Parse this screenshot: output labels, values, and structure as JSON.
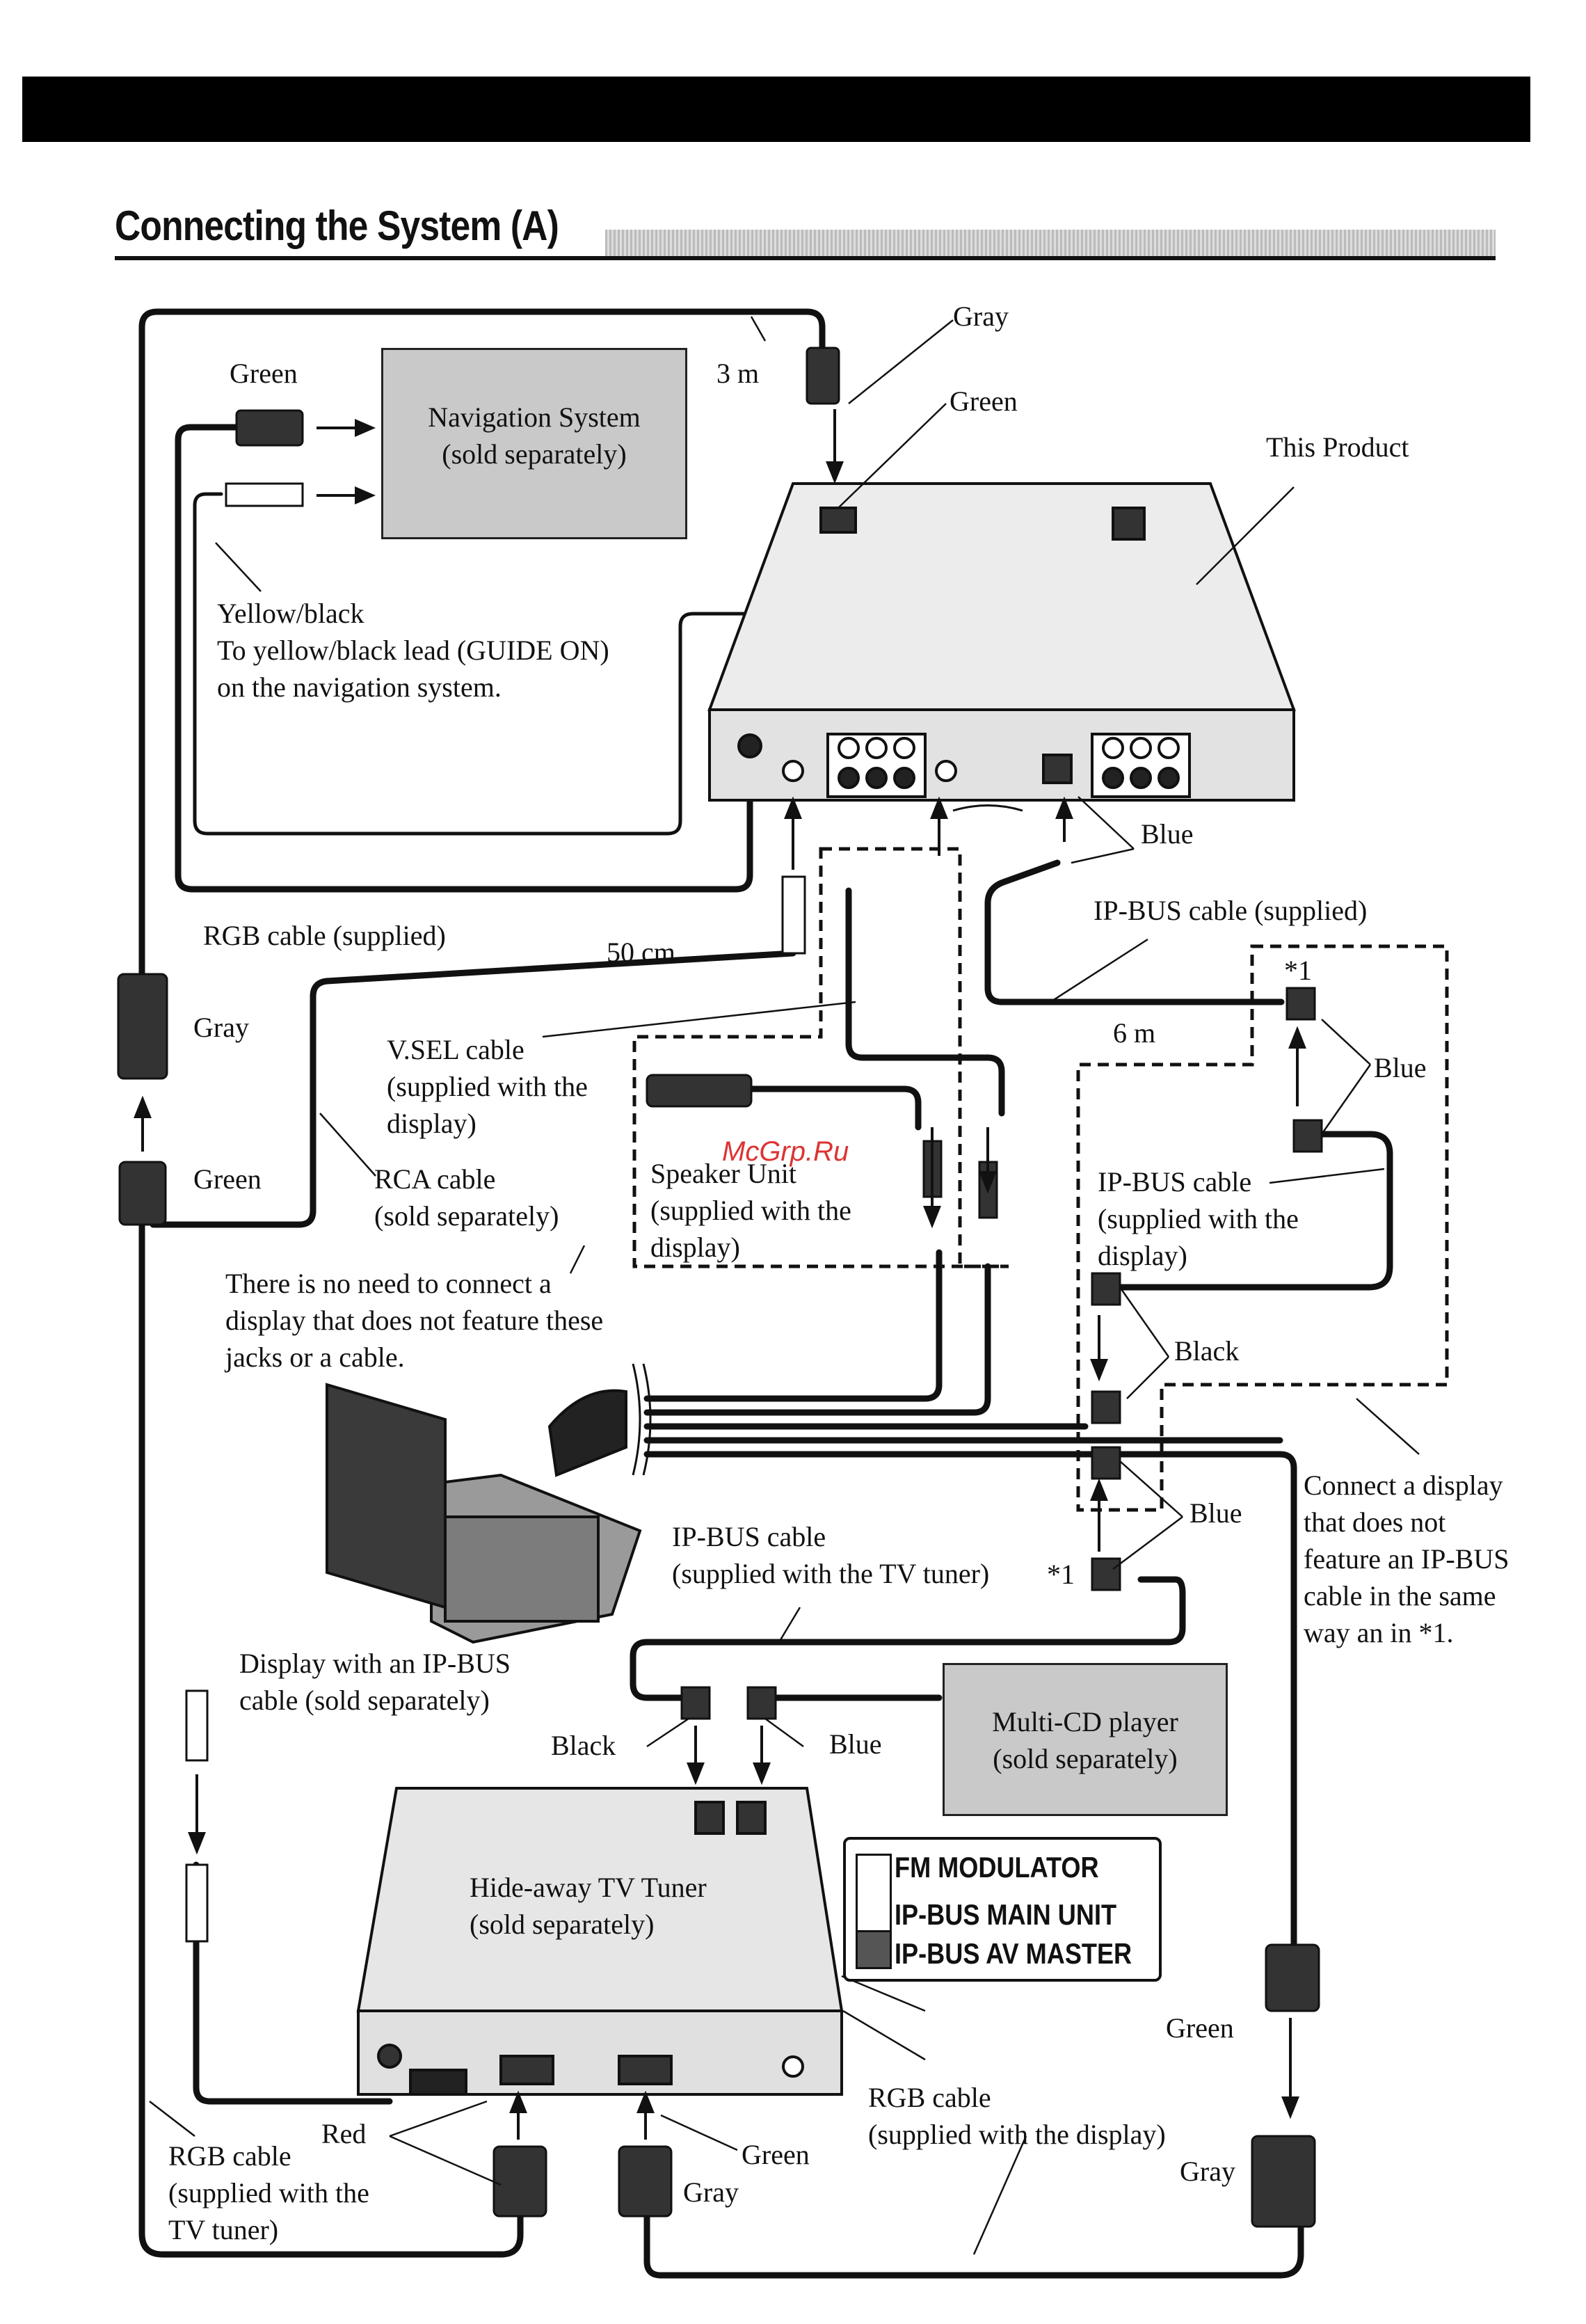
{
  "page": {
    "title": "Connecting the System (A)",
    "watermark": "McGrp.Ru"
  },
  "boxes": {
    "navigation": "Navigation System\n(sold separately)",
    "multicd": "Multi-CD player\n(sold separately)",
    "tuner": "Hide-away TV Tuner\n(sold separately)"
  },
  "labels": {
    "gray_top": "Gray",
    "green_top": "Green",
    "three_m": "3 m",
    "green_nav": "Green",
    "this_product": "This Product",
    "yellow_black": "Yellow/black\nTo yellow/black lead (GUIDE ON)\non the navigation system.",
    "blue_product": "Blue",
    "ipbus_supplied": "IP-BUS cable (supplied)",
    "rgb_supplied": "RGB cable (supplied)",
    "fifty_cm": "50 cm",
    "six_m": "6 m",
    "gray_left": "Gray",
    "star1_top": "*1",
    "blue_right1": "Blue",
    "vsel": "V.SEL cable\n(supplied with the\ndisplay)",
    "green_left": "Green",
    "rca": "RCA cable\n(sold separately)",
    "speaker": "Speaker Unit\n(supplied with the\ndisplay)",
    "ipbus_display": "IP-BUS cable\n(supplied with the\ndisplay)",
    "no_need": "There is no need to connect a\ndisplay that does not feature these\njacks or a cable.",
    "black_right": "Black",
    "connect_display": "Connect a display\nthat does not\nfeature an IP-BUS\ncable in the same\nway an in *1.",
    "blue_right2": "Blue",
    "ipbus_tuner": "IP-BUS cable\n(supplied with the TV tuner)",
    "star1_bottom": "*1",
    "display_ipbus": "Display with an IP-BUS\ncable (sold separately)",
    "black_bottom": "Black",
    "blue_bottom": "Blue",
    "green_bottom_right": "Green",
    "rgb_display": "RGB cable\n(supplied with the display)",
    "red": "Red",
    "green_bottom": "Green",
    "rgb_tuner": "RGB cable\n(supplied with the\nTV tuner)",
    "gray_bottom": "Gray",
    "gray_bottom_right": "Gray"
  },
  "legend": {
    "fm": "FM MODULATOR",
    "main": "IP-BUS MAIN UNIT",
    "av": "IP-BUS AV MASTER"
  },
  "colors": {
    "box_fill": "#c9c9c9",
    "unit_fill": "#d4d4d4",
    "line": "#111111",
    "watermark": "#dd3333"
  }
}
